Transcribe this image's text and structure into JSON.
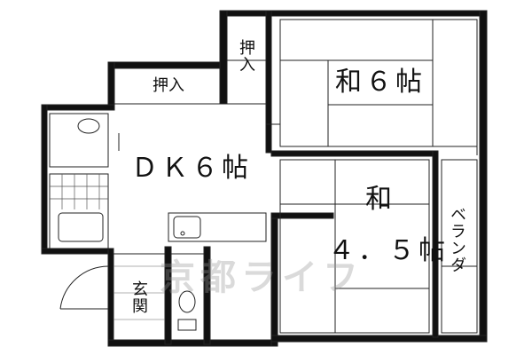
{
  "rooms": {
    "washitsu_6": "和６帖",
    "dk_6": "ＤＫ６帖",
    "washitsu_45_top": "和",
    "washitsu_45_bottom": "４．５帖",
    "oshiire_top": "押入",
    "oshiire_dk": "押入",
    "veranda": "ベランダ",
    "genkan": "玄関"
  },
  "watermark": "京都ライフ",
  "colors": {
    "wall": "#111111",
    "line": "#222222",
    "tile": "#555555"
  }
}
